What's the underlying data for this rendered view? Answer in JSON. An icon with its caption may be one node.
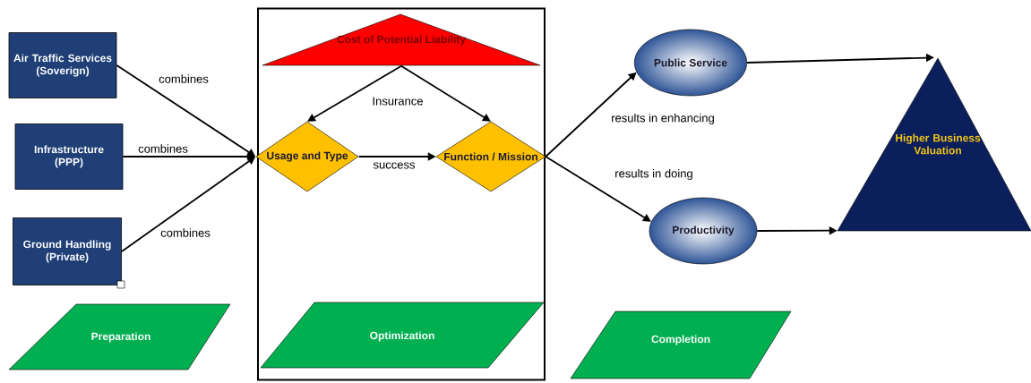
{
  "diagram": {
    "nodes": [
      {
        "text": [
          "Air Traffic Services (Soverign)"
        ]
      },
      {
        "text": [
          "Infrastructure (PPP)"
        ]
      },
      {
        "text": [
          "Ground Handling (Private)"
        ]
      },
      {
        "text": [
          "Preparation"
        ]
      },
      {
        "text": [],
        "shape": "box"
      },
      {
        "text": [
          "Cost of Potential Liability"
        ],
        "in": 4
      },
      {
        "text": [
          "Usage and Type"
        ],
        "in": 4
      },
      {
        "text": [
          "Function / Mission"
        ],
        "in": 4
      },
      {
        "text": [
          "Optimization"
        ],
        "in": 4
      },
      {
        "text": [
          "Public Service"
        ]
      },
      {
        "text": [
          "Productivity"
        ]
      },
      {
        "text": [
          "Higher Business Valuation"
        ]
      },
      {
        "text": [
          "Completion"
        ]
      }
    ],
    "edges": [
      {
        "from": 0,
        "to": 6,
        "arrow": "to",
        "label": "combines"
      },
      {
        "from": 1,
        "to": 6,
        "arrow": "to",
        "label": "combines"
      },
      {
        "from": 2,
        "to": 6,
        "arrow": "to",
        "label": "combines"
      },
      {
        "from": 5,
        "to": 6,
        "arrow": "to",
        "label": "Insurance"
      },
      {
        "from": 5,
        "to": 7,
        "arrow": "to"
      },
      {
        "from": 6,
        "to": 7,
        "arrow": "to",
        "label": "success"
      },
      {
        "from": 7,
        "to": 9,
        "arrow": "to",
        "label": "results in enhancing"
      },
      {
        "from": 7,
        "to": 10,
        "arrow": "to",
        "label": "results in doing"
      },
      {
        "from": 9,
        "to": 11,
        "arrow": "to"
      },
      {
        "from": 10,
        "to": 11,
        "arrow": "to"
      }
    ]
  }
}
